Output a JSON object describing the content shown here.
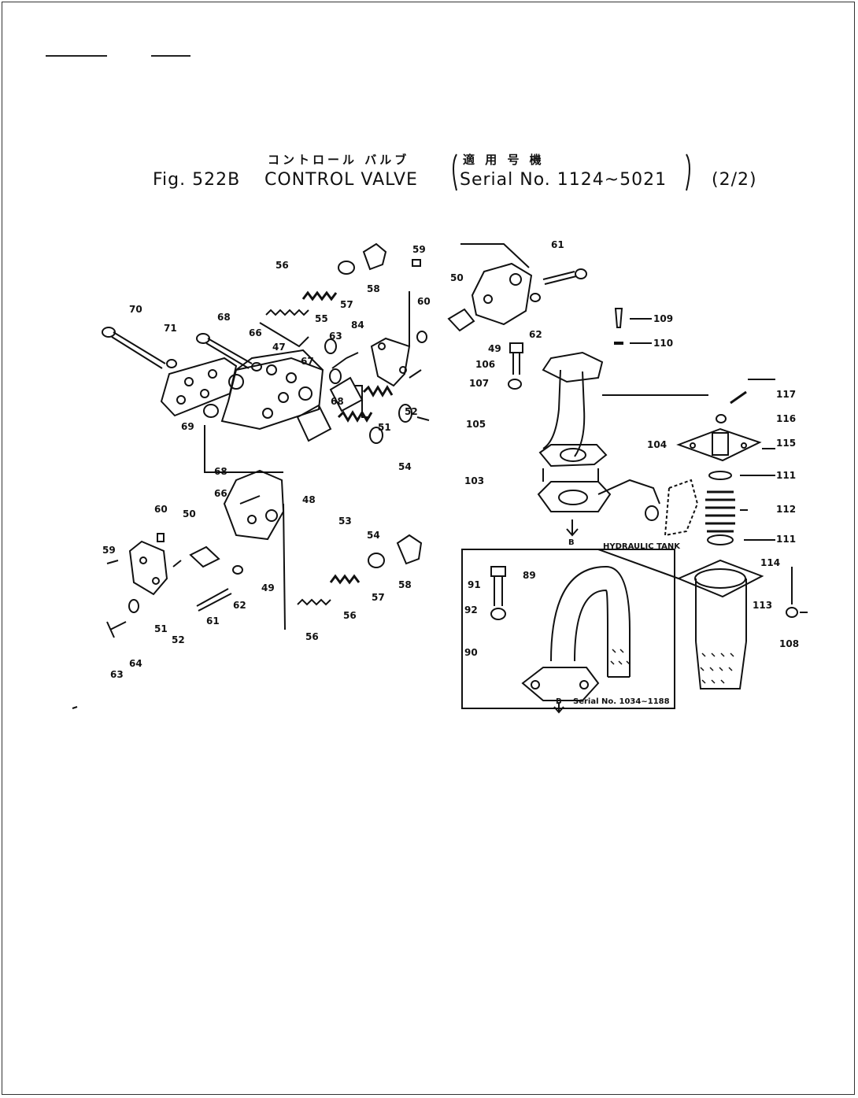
{
  "header": {
    "jp_part_name": "コントロール バルブ",
    "jp_serial_label": "適 用 号 機",
    "fig_label": "Fig. 522B",
    "part_name": "CONTROL VALVE",
    "serial_label": "Serial No. 1124~5021",
    "page": "(2/2)"
  },
  "callouts": [
    "56",
    "55",
    "58",
    "59",
    "60",
    "57",
    "84",
    "70",
    "71",
    "68",
    "66",
    "47",
    "63",
    "67",
    "68",
    "51",
    "52",
    "69",
    "48",
    "53",
    "54",
    "54",
    "57",
    "58",
    "56",
    "56",
    "66",
    "60",
    "50",
    "49",
    "59",
    "51",
    "52",
    "61",
    "62",
    "63",
    "64",
    "50",
    "61",
    "62",
    "49",
    "109",
    "110",
    "106",
    "107",
    "117",
    "105",
    "116",
    "115",
    "104",
    "103",
    "111",
    "112",
    "111",
    "114",
    "113",
    "89",
    "91",
    "92",
    "90",
    "108",
    "68"
  ],
  "notes": {
    "hydraulic_tank": "HYDRAULIC TANK",
    "view_b_upper": "B",
    "view_b_lower": "B",
    "inset_serial": "Serial No. 1034~1188"
  }
}
